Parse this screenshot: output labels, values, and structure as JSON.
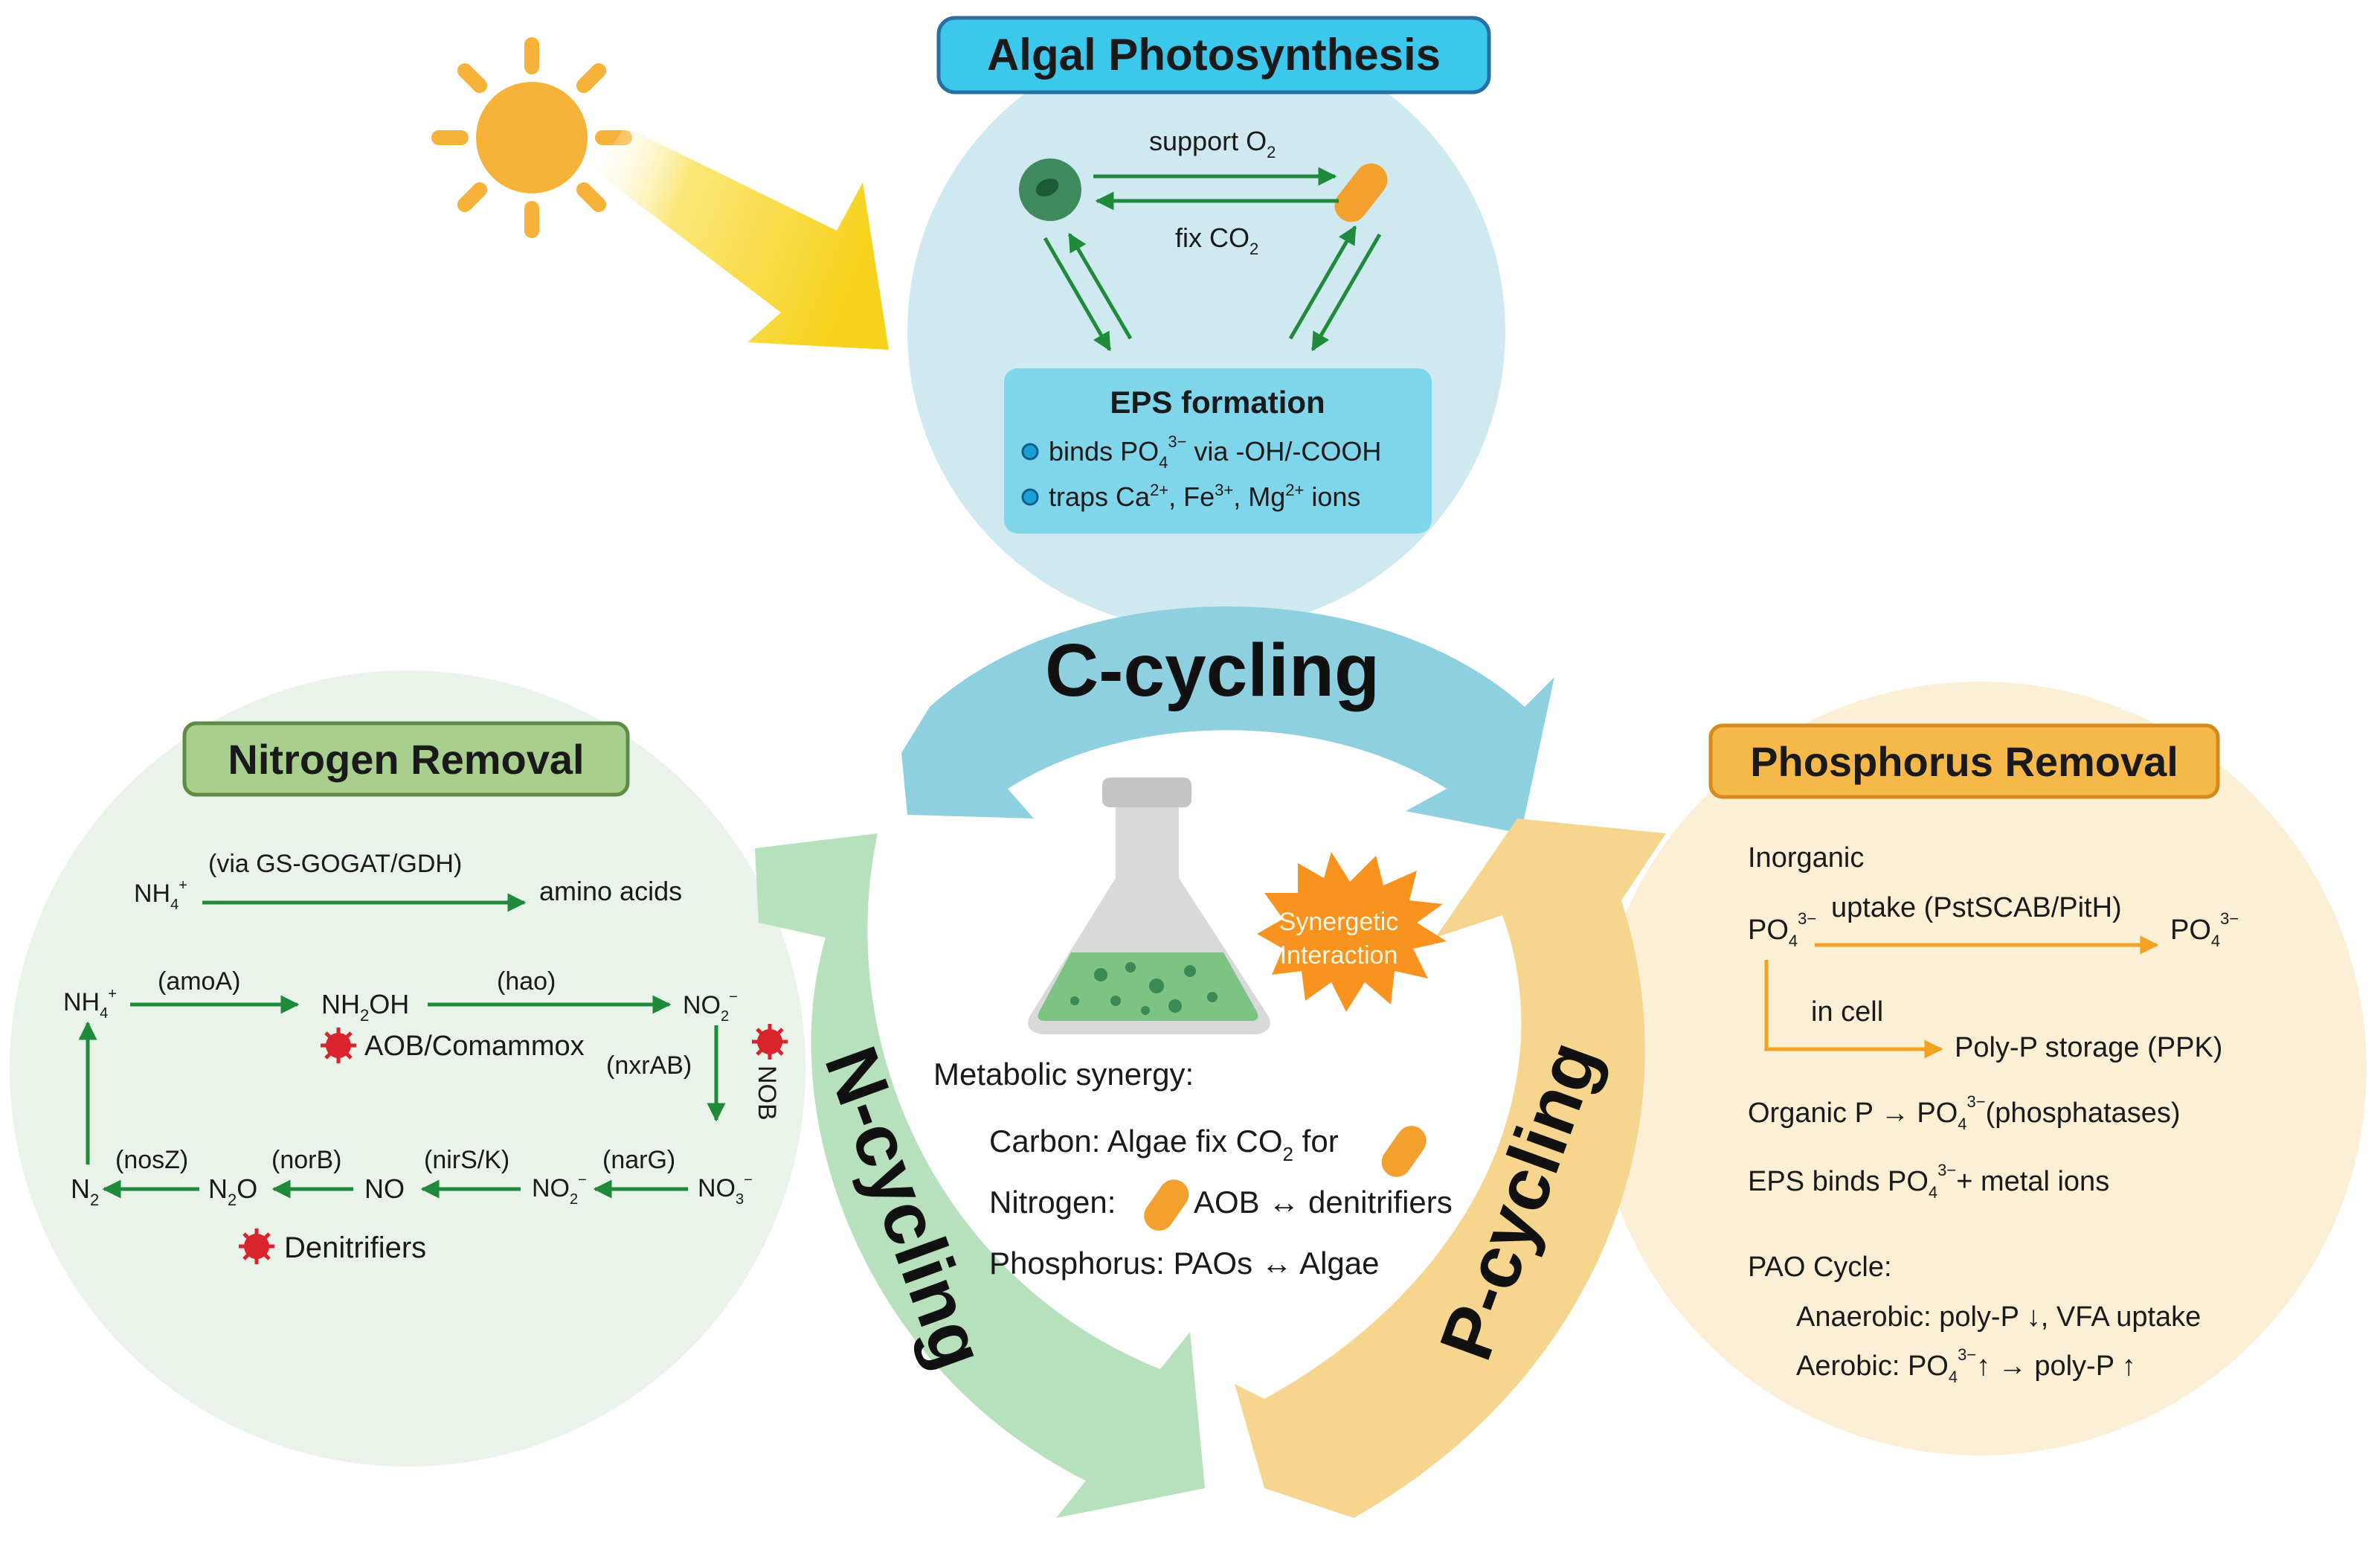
{
  "algal": {
    "title": "Algal Photosynthesis",
    "support": "support O",
    "support_sub": "2",
    "fix": "fix CO",
    "fix_sub": "2",
    "eps_title": "EPS formation",
    "eps_b1_pre": "binds PO",
    "eps_b1_sub": "4",
    "eps_b1_sup": "3−",
    "eps_b1_post": " via -OH/-COOH",
    "eps_b2_pre": "traps Ca",
    "eps_b2_sup1": "2+",
    "eps_b2_mid1": ", Fe",
    "eps_b2_sup2": "3+",
    "eps_b2_mid2": ", Mg",
    "eps_b2_sup3": "2+",
    "eps_b2_post": " ions"
  },
  "cycles": {
    "c": "C-cycling",
    "n": "N-cycling",
    "p": "P-cycling"
  },
  "center": {
    "synergetic_1": "Synergetic",
    "synergetic_2": "Interaction",
    "metabolic": "Metabolic synergy:",
    "carbon_pre": "Carbon: Algae fix CO",
    "carbon_sub": "2",
    "carbon_post": " for",
    "nitrogen_pre": "Nitrogen:",
    "nitrogen_post": "AOB ↔ denitrifiers",
    "phosphorus": "Phosphorus: PAOs ↔ Algae"
  },
  "nitrogen": {
    "title": "Nitrogen Removal",
    "via": "(via GS-GOGAT/GDH)",
    "nh4": "NH",
    "nh4_sub": "4",
    "nh4_sup": "+",
    "amino": "amino acids",
    "amoA": "(amoA)",
    "nh2oh_pre": "NH",
    "nh2oh_sub": "2",
    "nh2oh_post": "OH",
    "hao": "(hao)",
    "no2": "NO",
    "no2_sub": "2",
    "no2_sup": "−",
    "aob": "AOB/Comammox",
    "nxrab": "(nxrAB)",
    "nob": "NOB",
    "no3": "NO",
    "no3_sub": "3",
    "no3_sup": "−",
    "narG": "(narG)",
    "nirSK": "(nirS/K)",
    "no": "NO",
    "norB": "(norB)",
    "n2o_pre": "N",
    "n2o_sub": "2",
    "n2o_post": "O",
    "nosZ": "(nosZ)",
    "n2": "N",
    "n2_sub": "2",
    "denitrifiers": "Denitrifiers"
  },
  "phosphorus": {
    "title": "Phosphorus Removal",
    "inorganic": "Inorganic",
    "po4": "PO",
    "po4_sub": "4",
    "po4_sup": "3−",
    "uptake": "uptake (PstSCAB/PitH)",
    "incell": "in cell",
    "polyp": "Poly-P storage (PPK)",
    "organic_pre": "Organic P → PO",
    "organic_post": "(phosphatases)",
    "eps_pre": "EPS binds PO",
    "eps_post": "+ metal ions",
    "pao": "PAO Cycle:",
    "anaerobic": "Anaerobic: poly-P ↓, VFA uptake",
    "aerobic_pre": "Aerobic: PO",
    "aerobic_post": "↑ → poly-P ↑"
  },
  "colors": {
    "green_arrow": "#1f8a3a",
    "orange_arrow": "#f2a21f",
    "algal_circle": "#cfe9f1",
    "nitrogen_circle": "#e9f3ea",
    "phosphorus_circle": "#fbefd6",
    "c_arrow": "#8fd0e0",
    "n_arrow": "#b7e0bc",
    "p_arrow": "#f6d68e",
    "title_blue": "#3cc7ec",
    "title_green": "#a9cf8e",
    "title_orange": "#f7b84a"
  },
  "icons": [
    "sun-icon",
    "light-ray-icon",
    "algae-cell-icon",
    "bacteria-rod-icon",
    "flask-icon",
    "starburst-icon",
    "virus-icon"
  ]
}
